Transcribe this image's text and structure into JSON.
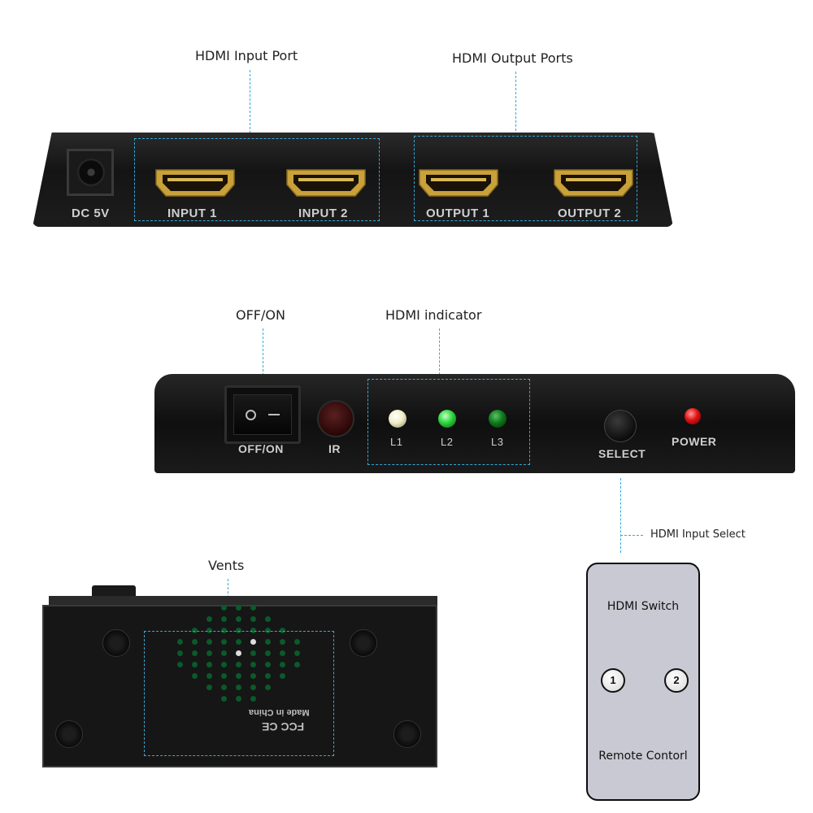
{
  "callouts": {
    "hdmi_input_port": "HDMI Input Port",
    "hdmi_output_ports": "HDMI Output Ports",
    "off_on": "OFF/ON",
    "hdmi_indicator": "HDMI  indicator",
    "vents": "Vents",
    "hdmi_input_select": "HDMI Input Select"
  },
  "rear_panel": {
    "dc_label": "DC 5V",
    "ports": [
      "INPUT 1",
      "INPUT 2",
      "OUTPUT 1",
      "OUTPUT 2"
    ]
  },
  "front_panel": {
    "switch_label": "OFF/ON",
    "ir_label": "IR",
    "leds": [
      {
        "label": "L1",
        "color": "#f0eec8"
      },
      {
        "label": "L2",
        "color": "#29d63a"
      },
      {
        "label": "L3",
        "color": "#0e7a1a"
      }
    ],
    "select_label": "SELECT",
    "power_label": "POWER",
    "power_led_color": "#e01010"
  },
  "bottom_panel": {
    "made_in": "Made in China",
    "marks": "FCC CE"
  },
  "remote": {
    "title": "HDMI Switch",
    "buttons": [
      "1",
      "2"
    ],
    "footer": "Remote Contorl"
  },
  "colors": {
    "callout_line": "#3aa7d6",
    "port_gold": "#c9a13a"
  }
}
